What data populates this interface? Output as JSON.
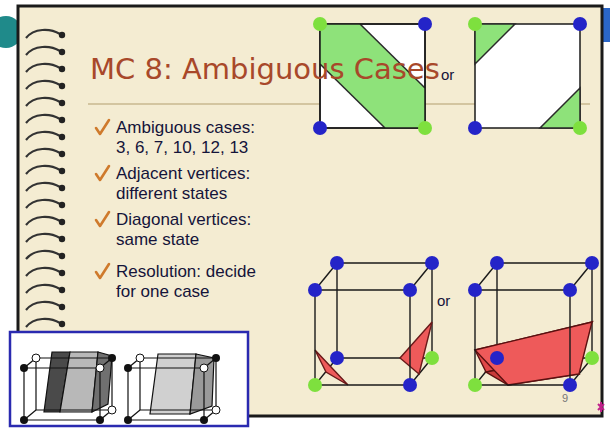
{
  "diagram": {
    "title": "MC 8: Ambiguous Cases",
    "labels": [
      "Ambiguous cases: 3, 6, 7, 10, 12, 13",
      "Adjacent vertices: different states",
      "Diagonal vertices: same state",
      "Resolution: decide for one case",
      "or",
      "or",
      "9"
    ]
  }
}
